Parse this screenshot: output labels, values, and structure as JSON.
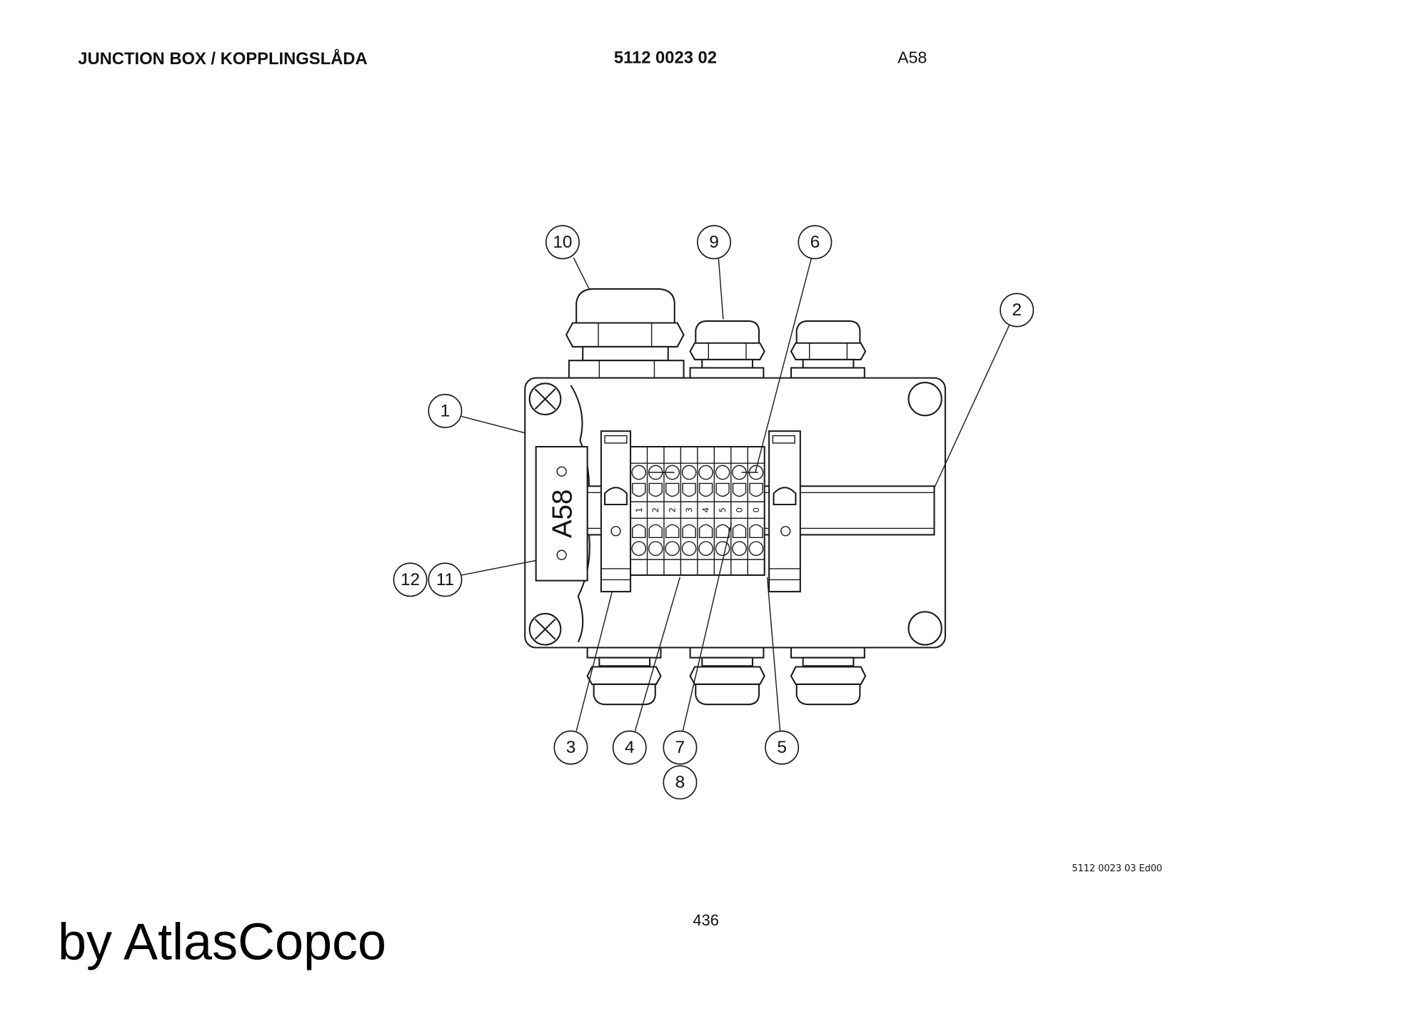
{
  "header": {
    "title": "JUNCTION BOX / KOPPLINGSLÅDA",
    "part_number": "5112 0023 02",
    "designation": "A58"
  },
  "drawing": {
    "plate_label": "A58",
    "terminal_labels": [
      "1",
      "2",
      "2",
      "3",
      "4",
      "5",
      "0",
      "0"
    ],
    "callouts": [
      "10",
      "9",
      "6",
      "2",
      "1",
      "12",
      "11",
      "3",
      "4",
      "7",
      "8",
      "5"
    ]
  },
  "footer": {
    "drawing_ref": "5112 0023 03 Ed00",
    "page_number": "436",
    "brand": "by AtlasCopco"
  }
}
